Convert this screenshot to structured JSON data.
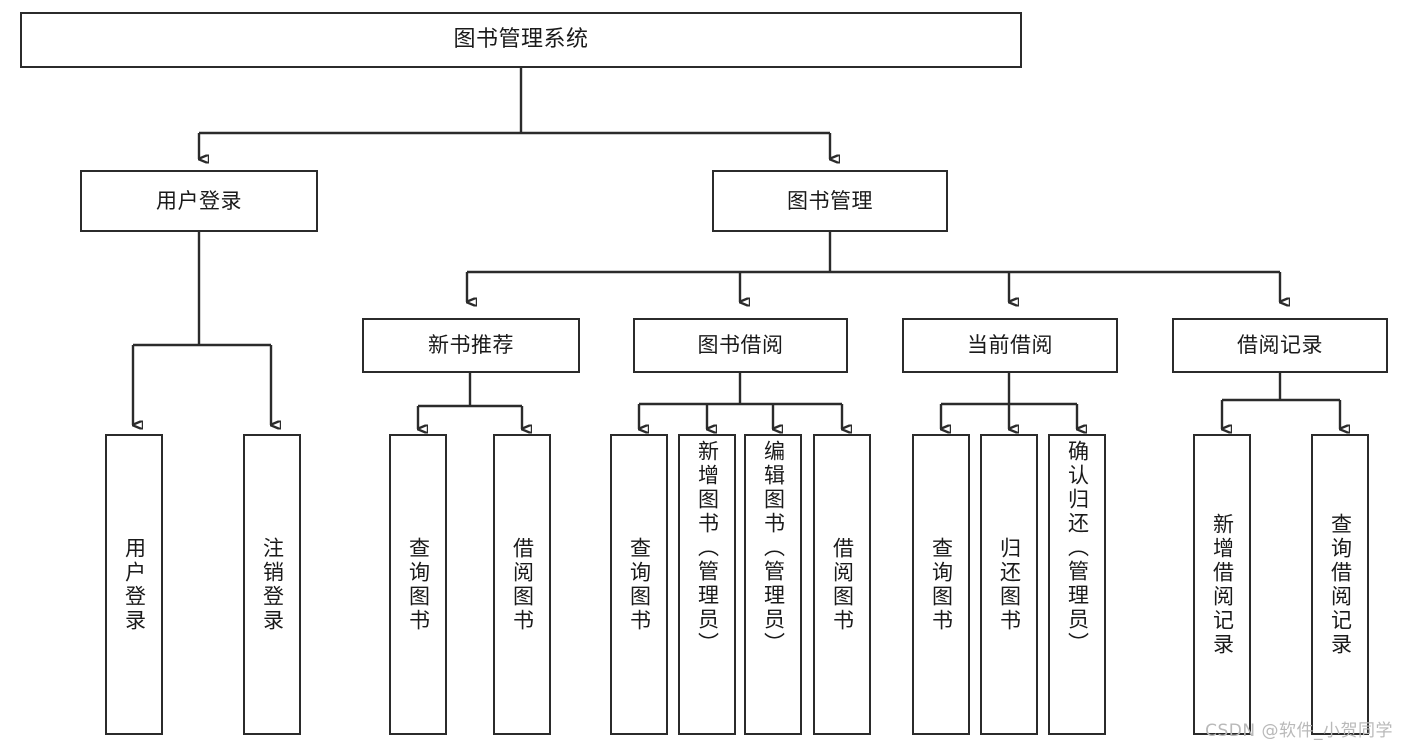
{
  "diagram": {
    "title": "图书管理系统",
    "type": "功能结构图",
    "watermark": "CSDN @软件_小贺同学",
    "colors": {
      "stroke": "#2b2b2b",
      "fill": "#ffffff",
      "text": "#1a1a1a",
      "watermark": "#b9b9b9"
    },
    "root": {
      "id": "root",
      "label": "图书管理系统"
    },
    "level2": [
      {
        "id": "user-login",
        "label": "用户登录"
      },
      {
        "id": "book-manage",
        "label": "图书管理"
      }
    ],
    "level3": [
      {
        "id": "new-book-rec",
        "label": "新书推荐",
        "parent": "book-manage"
      },
      {
        "id": "book-borrow",
        "label": "图书借阅",
        "parent": "book-manage"
      },
      {
        "id": "current-borrow",
        "label": "当前借阅",
        "parent": "book-manage"
      },
      {
        "id": "borrow-record",
        "label": "借阅记录",
        "parent": "book-manage"
      }
    ],
    "leaves": [
      {
        "id": "leaf-user-login",
        "label": "用户登录",
        "parent": "user-login"
      },
      {
        "id": "leaf-user-logout",
        "label": "注销登录",
        "parent": "user-login"
      },
      {
        "id": "leaf-query-book-1",
        "label": "查询图书",
        "parent": "new-book-rec"
      },
      {
        "id": "leaf-borrow-book-1",
        "label": "借阅图书",
        "parent": "new-book-rec"
      },
      {
        "id": "leaf-query-book-2",
        "label": "查询图书",
        "parent": "book-borrow"
      },
      {
        "id": "leaf-add-book",
        "label": "新增图书（管理员）",
        "parent": "book-borrow"
      },
      {
        "id": "leaf-edit-book",
        "label": "编辑图书（管理员）",
        "parent": "book-borrow"
      },
      {
        "id": "leaf-borrow-book-2",
        "label": "借阅图书",
        "parent": "book-borrow"
      },
      {
        "id": "leaf-query-book-3",
        "label": "查询图书",
        "parent": "current-borrow"
      },
      {
        "id": "leaf-return-book",
        "label": "归还图书",
        "parent": "current-borrow"
      },
      {
        "id": "leaf-confirm-return",
        "label": "确认归还（管理员）",
        "parent": "current-borrow"
      },
      {
        "id": "leaf-add-record",
        "label": "新增借阅记录",
        "parent": "borrow-record"
      },
      {
        "id": "leaf-query-record",
        "label": "查询借阅记录",
        "parent": "borrow-record"
      }
    ]
  }
}
